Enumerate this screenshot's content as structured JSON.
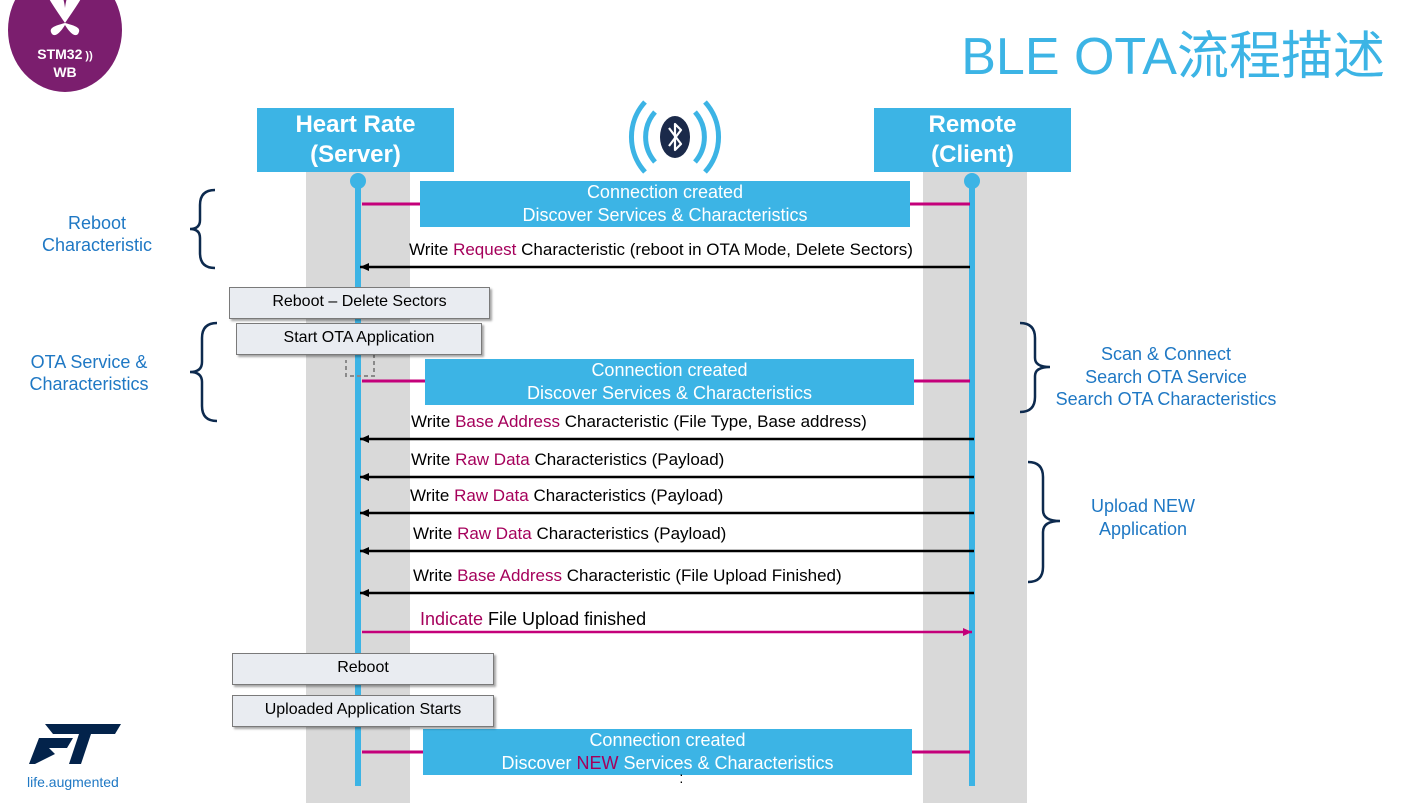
{
  "slide": {
    "title": "BLE OTA流程描述",
    "badge": {
      "line1": "STM32",
      "line2": "WB"
    },
    "logo_tagline": "life.augmented"
  },
  "participants": {
    "server": {
      "line1": "Heart Rate",
      "line2": "(Server)"
    },
    "client": {
      "line1": "Remote",
      "line2": "(Client)"
    }
  },
  "connections": [
    {
      "line1": "Connection created",
      "line2": "Discover Services & Characteristics"
    },
    {
      "line1": "Connection created",
      "line2": "Discover Services & Characteristics"
    },
    {
      "line1": "Connection created",
      "line2_pre": "Discover ",
      "line2_hl": "NEW",
      "line2_post": " Services & Characteristics"
    }
  ],
  "messages": [
    {
      "pre": "Write ",
      "hl": "Request",
      "post": " Characteristic (reboot in OTA Mode, Delete Sectors)",
      "direction": "client-to-server"
    },
    {
      "pre": "Write ",
      "hl": "Base Address",
      "post": " Characteristic (File Type, Base address)",
      "direction": "client-to-server"
    },
    {
      "pre": "Write ",
      "hl": "Raw Data",
      "post": " Characteristics (Payload)",
      "direction": "client-to-server"
    },
    {
      "pre": "Write ",
      "hl": "Raw Data",
      "post": " Characteristics (Payload)",
      "direction": "client-to-server"
    },
    {
      "pre": "Write ",
      "hl": "Raw Data",
      "post": " Characteristics (Payload)",
      "direction": "client-to-server"
    },
    {
      "pre": "Write ",
      "hl": "Base Address",
      "post": " Characteristic (File Upload Finished)",
      "direction": "client-to-server"
    },
    {
      "pre": "",
      "hl": "Indicate",
      "post": " File Upload finished",
      "direction": "server-to-client"
    }
  ],
  "server_actions": [
    "Reboot – Delete Sectors",
    "Start OTA Application",
    "Reboot",
    "Uploaded Application Starts"
  ],
  "left_annotations": [
    {
      "line1": "Reboot",
      "line2": "Characteristic"
    },
    {
      "line1": "OTA Service &",
      "line2": "Characteristics"
    }
  ],
  "right_annotations": [
    {
      "line1": "Scan & Connect",
      "line2": "Search OTA Service",
      "line3": "Search OTA Characteristics"
    },
    {
      "line1": "Upload NEW",
      "line2": "Application"
    }
  ],
  "colors": {
    "accent": "#3CB4E5",
    "highlight": "#A5005B",
    "annotation": "#1F78C4",
    "badge": "#7B1E6E",
    "lane": "#d9d9d9",
    "bluetooth_dark": "#1b2a4a"
  },
  "icons": [
    "bluetooth-icon",
    "st-logo-icon",
    "butterfly-icon"
  ]
}
